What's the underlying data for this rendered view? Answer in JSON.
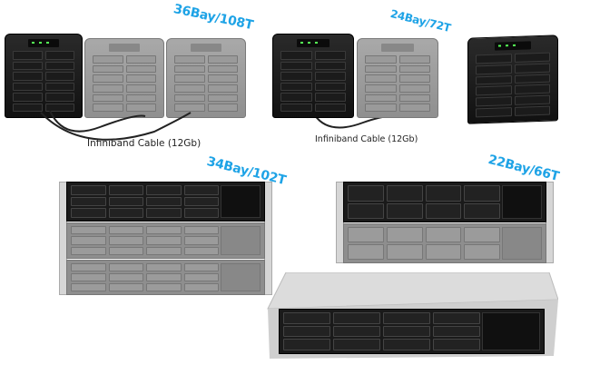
{
  "labels": {
    "tower36": "36Bay/108T",
    "tower24": "24Bay/72T",
    "rack34": "34Bay/102T",
    "rack22": "22Bay/66T"
  },
  "cables": {
    "left": "Infiniband Cable (12Gb)",
    "right": "Infiniband Cable (12Gb)"
  },
  "colors": {
    "accent": "#1ea3e6",
    "device_black": "#1a1a1a",
    "expansion_gray": "#8e8e8e"
  }
}
